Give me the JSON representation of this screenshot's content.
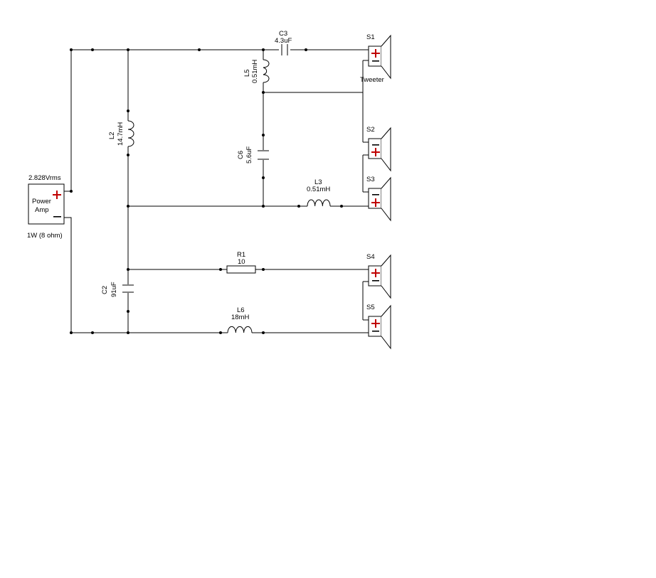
{
  "source": {
    "voltage": "2.828Vrms",
    "name_line1": "Power",
    "name_line2": "Amp",
    "rating": "1W (8 ohm)"
  },
  "components": {
    "c3": {
      "ref": "C3",
      "value": "4.3uF"
    },
    "l5": {
      "ref": "L5",
      "value": "0.51mH"
    },
    "l2": {
      "ref": "L2",
      "value": "14.7mH"
    },
    "c6": {
      "ref": "C6",
      "value": "5.6uF"
    },
    "l3": {
      "ref": "L3",
      "value": "0.51mH"
    },
    "r1": {
      "ref": "R1",
      "value": "10"
    },
    "c2": {
      "ref": "C2",
      "value": "91uF"
    },
    "l6": {
      "ref": "L6",
      "value": "18mH"
    }
  },
  "speakers": {
    "s1": {
      "ref": "S1",
      "caption": "Tweeter"
    },
    "s2": {
      "ref": "S2"
    },
    "s3": {
      "ref": "S3"
    },
    "s4": {
      "ref": "S4"
    },
    "s5": {
      "ref": "S5"
    }
  }
}
